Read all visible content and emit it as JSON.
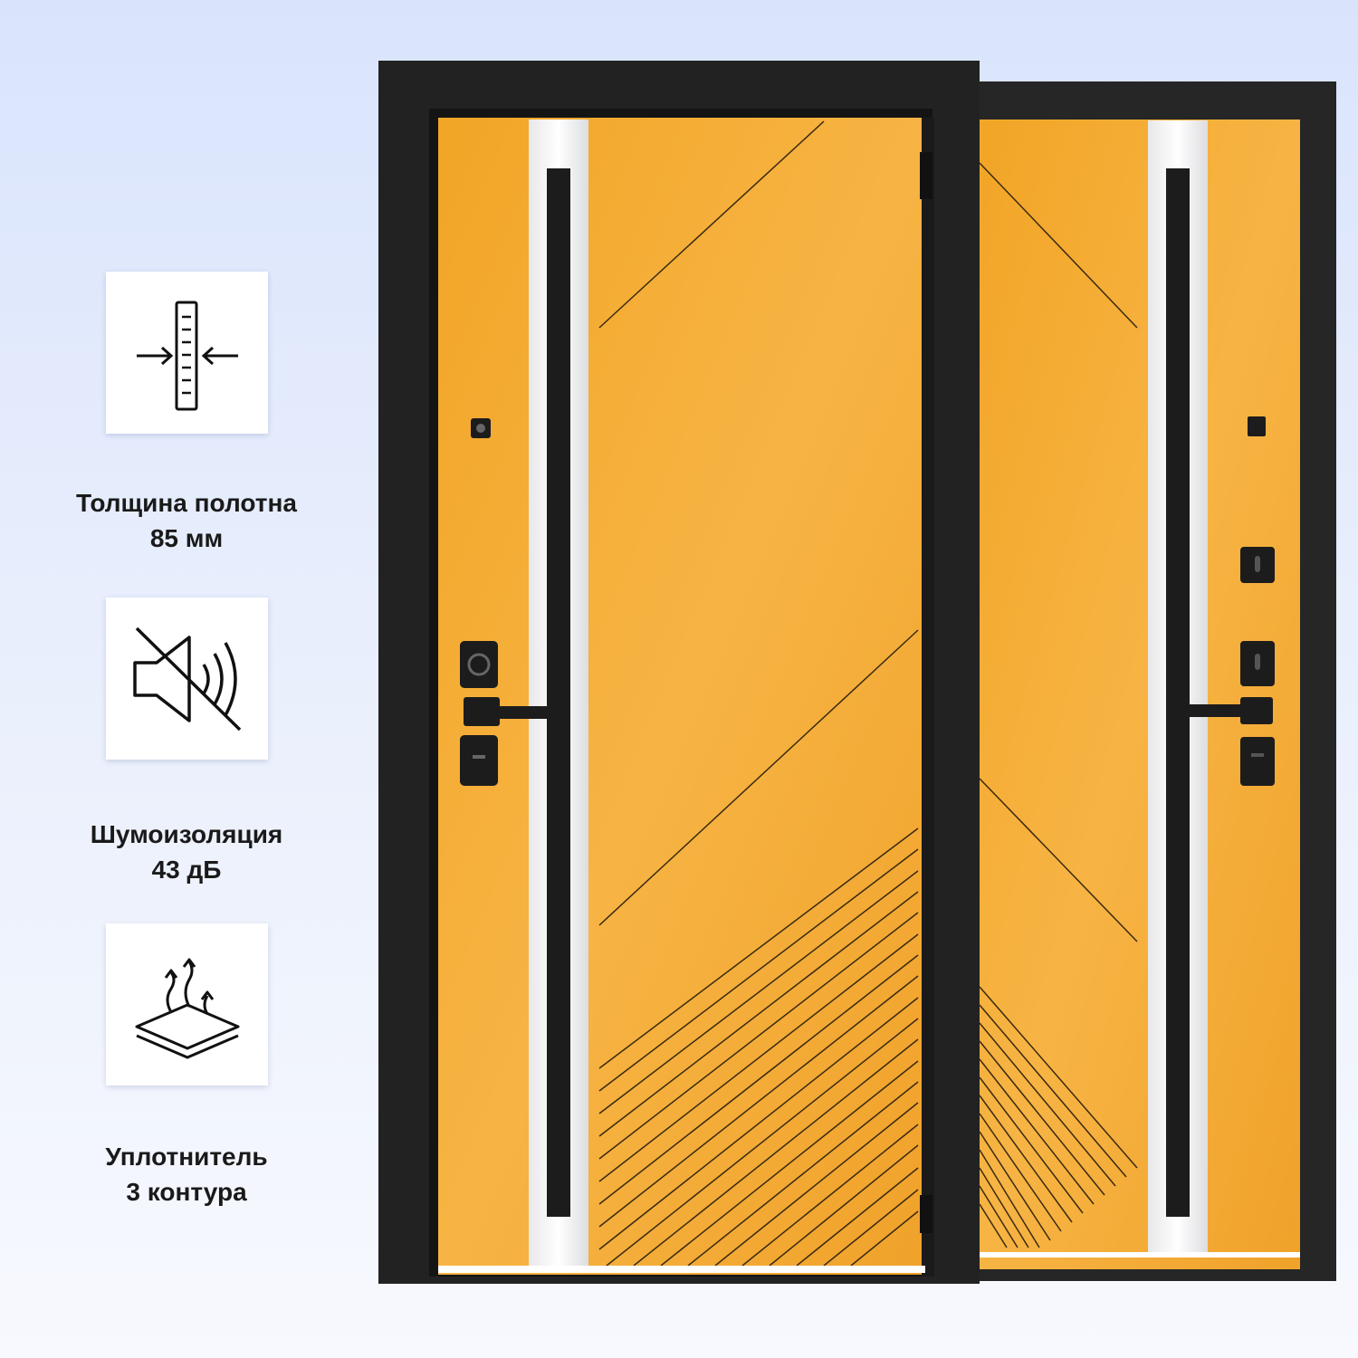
{
  "features": [
    {
      "icon": "thickness-icon",
      "title": "Толщина полотна",
      "value": "85 мм"
    },
    {
      "icon": "sound-insulation-icon",
      "title": "Шумоизоляция",
      "value": "43 дБ"
    },
    {
      "icon": "seal-layers-icon",
      "title": "Уплотнитель",
      "value": "3 контура"
    }
  ],
  "colors": {
    "door_panel": "#f5a623",
    "frame": "#1e1e1e",
    "background": "#e3eafc"
  }
}
